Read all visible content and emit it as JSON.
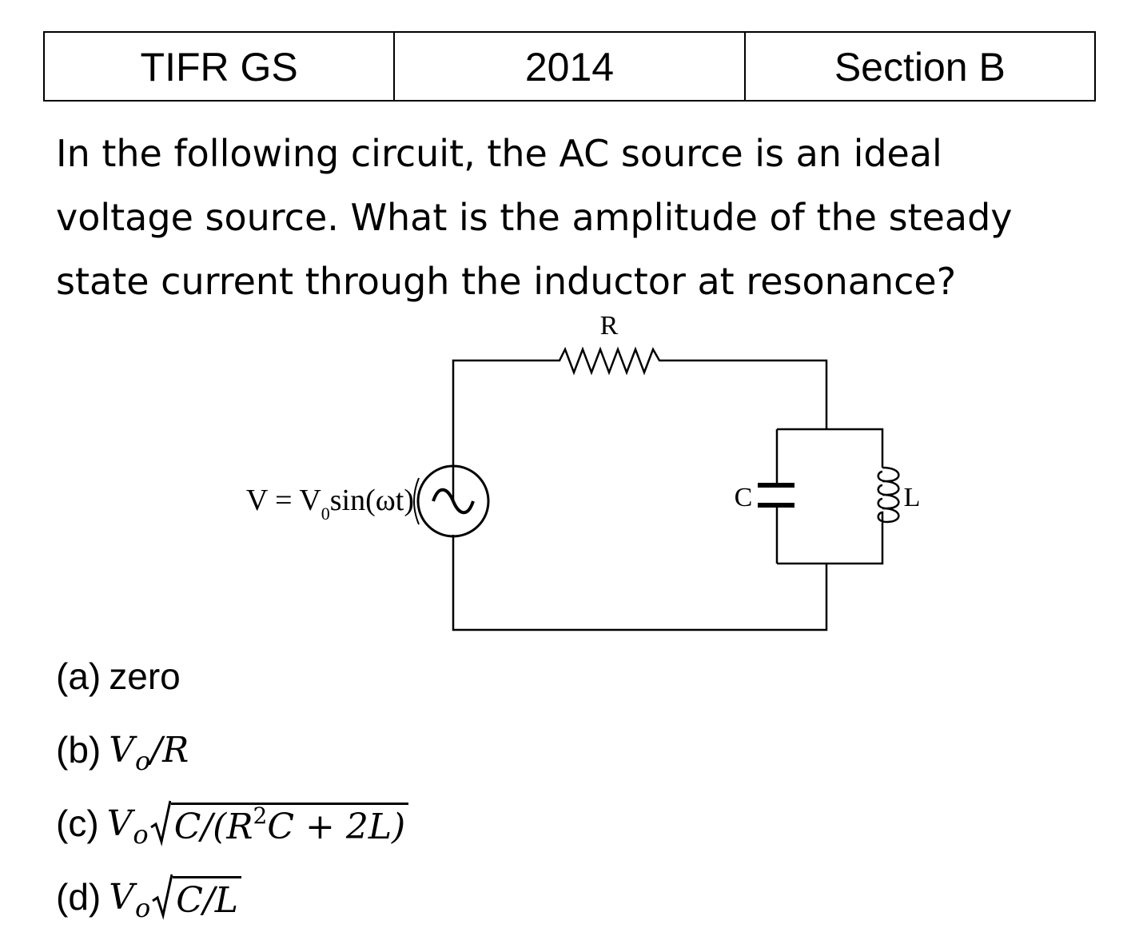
{
  "header": {
    "exam": "TIFR GS",
    "year": "2014",
    "section": "Section B"
  },
  "question": {
    "lines": [
      "In the following circuit, the AC source is an ideal",
      "voltage source. What is the amplitude of the steady",
      "state current through the inductor at resonance?"
    ]
  },
  "circuit": {
    "resistor_label": "R",
    "source_label": "V = V",
    "source_label_sub": "0",
    "source_label_rest": "sin(ωt)",
    "capacitor_label": "C",
    "inductor_label": "L"
  },
  "options": {
    "a": {
      "label": "(a)",
      "text": "zero"
    },
    "b": {
      "label": "(b)",
      "V": "V",
      "o": "o",
      "rest": "/R"
    },
    "c": {
      "label": "(c)",
      "V": "V",
      "o": "o",
      "under_pre": "C/(R",
      "sup": "2",
      "under_post": "C + 2L)"
    },
    "d": {
      "label": "(d)",
      "V": "V",
      "o": "o",
      "under": "C/L"
    }
  }
}
